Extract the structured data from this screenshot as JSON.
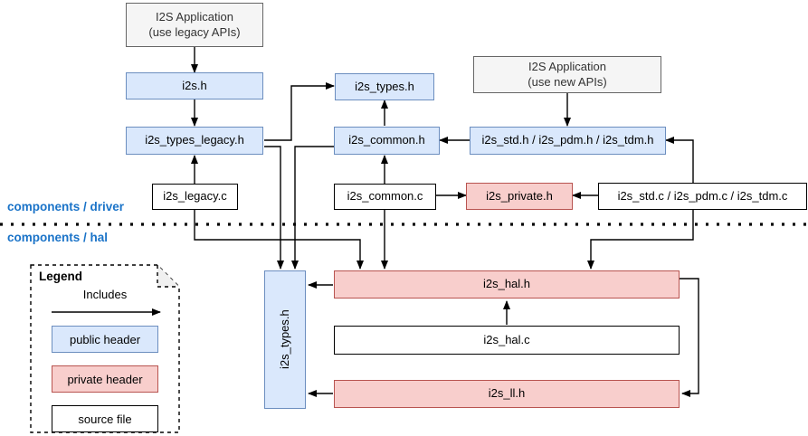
{
  "diagram": {
    "title_present": false,
    "colors": {
      "public_header_fill": "#dae8fc",
      "public_header_stroke": "#6c8ebf",
      "private_header_fill": "#f8cecc",
      "private_header_stroke": "#b85450",
      "source_file_fill": "#ffffff",
      "source_file_stroke": "#000000",
      "application_fill": "#f5f5f5",
      "application_stroke": "#666666",
      "zone_label_color": "#1a73c8",
      "edge_color": "#000000"
    },
    "zones": [
      {
        "id": "driver",
        "label": "components / driver"
      },
      {
        "id": "hal",
        "label": "components / hal"
      }
    ],
    "nodes": [
      {
        "id": "app_legacy",
        "label": "I2S Application\n(use legacy APIs)",
        "kind": "application"
      },
      {
        "id": "i2s_h",
        "label": "i2s.h",
        "kind": "public_header"
      },
      {
        "id": "i2s_types_legacy_h",
        "label": "i2s_types_legacy.h",
        "kind": "public_header"
      },
      {
        "id": "i2s_legacy_c",
        "label": "i2s_legacy.c",
        "kind": "source_file"
      },
      {
        "id": "i2s_types_h_top",
        "label": "i2s_types.h",
        "kind": "public_header"
      },
      {
        "id": "i2s_common_h",
        "label": "i2s_common.h",
        "kind": "public_header"
      },
      {
        "id": "i2s_common_c",
        "label": "i2s_common.c",
        "kind": "source_file"
      },
      {
        "id": "i2s_private_h",
        "label": "i2s_private.h",
        "kind": "private_header"
      },
      {
        "id": "app_new",
        "label": "I2S Application\n(use new APIs)",
        "kind": "application"
      },
      {
        "id": "i2s_variant_h",
        "label": "i2s_std.h / i2s_pdm.h / i2s_tdm.h",
        "kind": "public_header"
      },
      {
        "id": "i2s_variant_c",
        "label": "i2s_std.c / i2s_pdm.c / i2s_tdm.c",
        "kind": "source_file"
      },
      {
        "id": "i2s_types_h_hal",
        "label": "i2s_types.h",
        "kind": "public_header",
        "orientation": "vertical"
      },
      {
        "id": "i2s_hal_h",
        "label": "i2s_hal.h",
        "kind": "private_header"
      },
      {
        "id": "i2s_hal_c",
        "label": "i2s_hal.c",
        "kind": "source_file"
      },
      {
        "id": "i2s_ll_h",
        "label": "i2s_ll.h",
        "kind": "private_header"
      }
    ],
    "edges": [
      {
        "from": "app_legacy",
        "to": "i2s_h"
      },
      {
        "from": "i2s_h",
        "to": "i2s_types_legacy_h"
      },
      {
        "from": "i2s_legacy_c",
        "to": "i2s_types_legacy_h"
      },
      {
        "from": "i2s_types_legacy_h",
        "to": "i2s_types_h_top"
      },
      {
        "from": "i2s_common_h",
        "to": "i2s_types_h_top"
      },
      {
        "from": "i2s_common_c",
        "to": "i2s_common_h"
      },
      {
        "from": "i2s_variant_h",
        "to": "i2s_common_h"
      },
      {
        "from": "i2s_common_c",
        "to": "i2s_private_h"
      },
      {
        "from": "i2s_variant_c",
        "to": "i2s_private_h"
      },
      {
        "from": "app_new",
        "to": "i2s_variant_h"
      },
      {
        "from": "i2s_variant_c",
        "to": "i2s_variant_h"
      },
      {
        "from": "i2s_types_legacy_h",
        "to": "i2s_types_h_hal"
      },
      {
        "from": "i2s_common_h",
        "to": "i2s_types_h_hal"
      },
      {
        "from": "i2s_legacy_c",
        "to": "i2s_hal_h"
      },
      {
        "from": "i2s_common_c",
        "to": "i2s_hal_h"
      },
      {
        "from": "i2s_variant_c",
        "to": "i2s_hal_h"
      },
      {
        "from": "i2s_hal_h",
        "to": "i2s_types_h_hal"
      },
      {
        "from": "i2s_hal_c",
        "to": "i2s_hal_h"
      },
      {
        "from": "i2s_hal_h",
        "to": "i2s_ll_h"
      },
      {
        "from": "i2s_ll_h",
        "to": "i2s_types_h_hal"
      }
    ]
  },
  "legend": {
    "title": "Legend",
    "edge_label": "Includes",
    "items": [
      {
        "id": "public",
        "label": "public header"
      },
      {
        "id": "private",
        "label": "private header"
      },
      {
        "id": "source",
        "label": "source file"
      }
    ]
  }
}
